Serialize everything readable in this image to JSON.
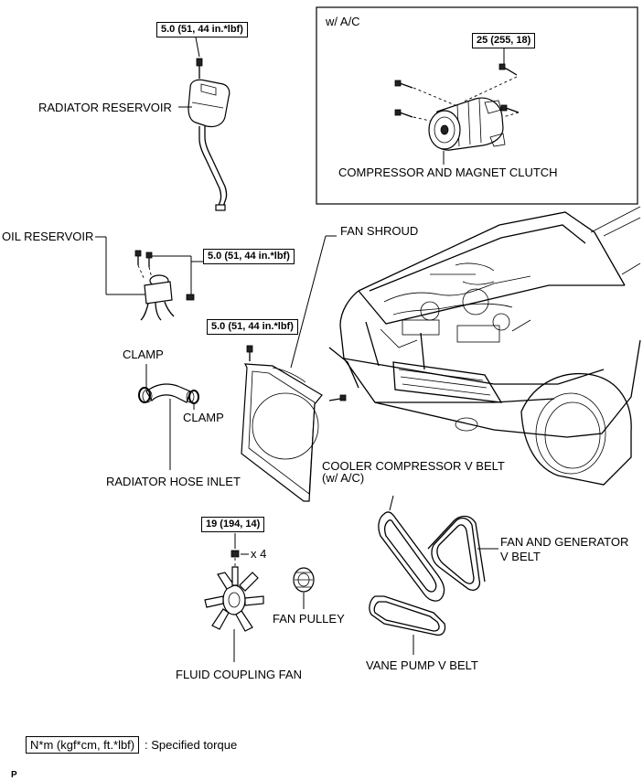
{
  "torque_labels": {
    "radiator_reservoir": "5.0 (51, 44 in.*lbf)",
    "compressor": "25 (255, 18)",
    "oil_reservoir": "5.0 (51, 44 in.*lbf)",
    "fan_shroud": "5.0 (51, 44 in.*lbf)",
    "fluid_coupling_fan": "19 (194, 14)"
  },
  "ac_box": {
    "title": "w/ A/C",
    "label": "COMPRESSOR AND MAGNET CLUTCH"
  },
  "parts": {
    "radiator_reservoir": "RADIATOR RESERVOIR",
    "oil_reservoir": "OIL RESERVOIR",
    "fan_shroud": "FAN SHROUD",
    "clamp_top": "CLAMP",
    "clamp_right": "CLAMP",
    "radiator_hose_inlet": "RADIATOR HOSE INLET",
    "cooler_compressor_v_belt": "COOLER COMPRESSOR V BELT",
    "cooler_compressor_v_belt_note": "(w/ A/C)",
    "fan_and_generator_v_belt_line1": "FAN AND GENERATOR",
    "fan_and_generator_v_belt_line2": "V BELT",
    "fan_pulley": "FAN PULLEY",
    "fluid_coupling_fan": "FLUID COUPLING FAN",
    "vane_pump_v_belt": "VANE PUMP V BELT",
    "nut_quantity": "x 4"
  },
  "legend": {
    "unit": "N*m (kgf*cm, ft.*lbf)",
    "description": ": Specified torque"
  },
  "footer_code": "P"
}
